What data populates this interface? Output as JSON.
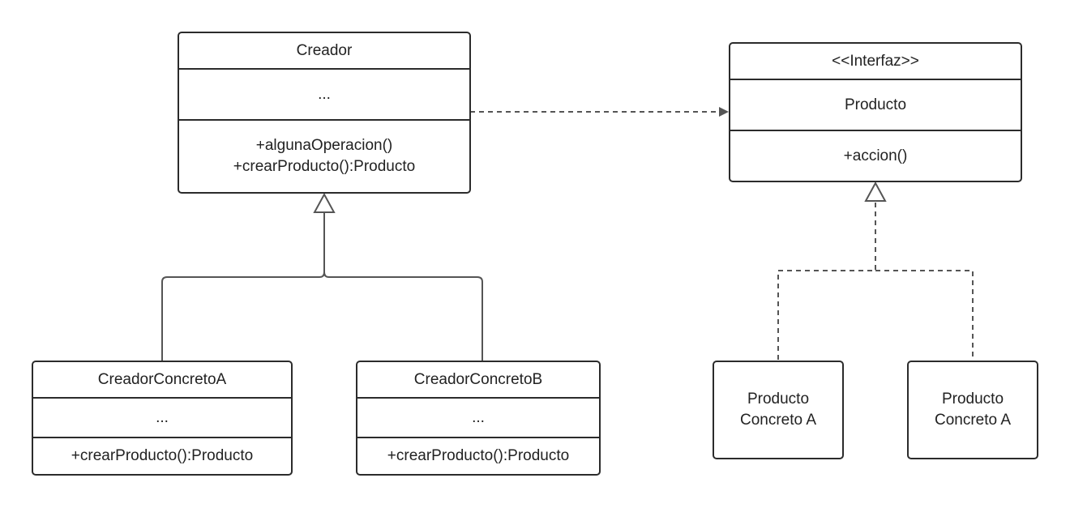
{
  "creador": {
    "name": "Creador",
    "attributes": "...",
    "methods": [
      "+algunaOperacion()",
      "+crearProducto():Producto"
    ]
  },
  "interfaz": {
    "stereotype": "<<Interfaz>>",
    "name": "Producto",
    "methods": "+accion()"
  },
  "concreto_a": {
    "name": "CreadorConcretoA",
    "attributes": "...",
    "methods": "+crearProducto():Producto"
  },
  "concreto_b": {
    "name": "CreadorConcretoB",
    "attributes": "...",
    "methods": "+crearProducto():Producto"
  },
  "producto_1": {
    "lines": [
      "Producto",
      "Concreto A"
    ]
  },
  "producto_2": {
    "lines": [
      "Producto",
      "Concreto A"
    ]
  },
  "colors": {
    "stroke": "#2b2b2b",
    "connector": "#555555"
  }
}
